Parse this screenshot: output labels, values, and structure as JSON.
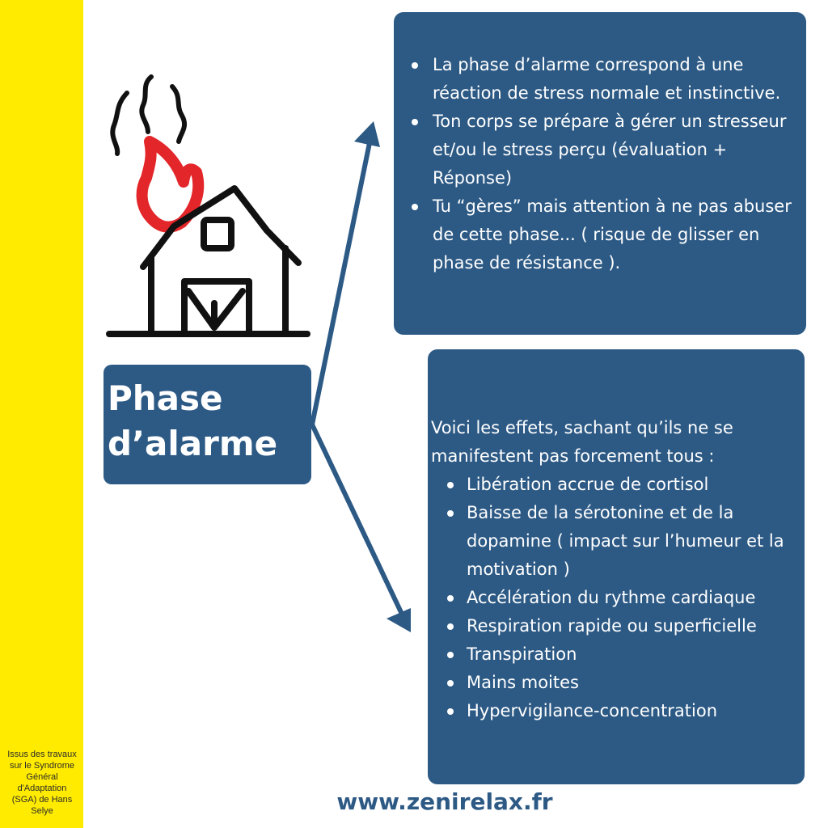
{
  "sidebar": {
    "note": "Issus des travaux sur le Syndrome Général d'Adaptation (SGA) de Hans Selye"
  },
  "title": {
    "line1": "Phase",
    "line2": "d’alarme"
  },
  "card_top": {
    "items": [
      "La phase d’alarme correspond à une réaction de stress normale et instinctive.",
      "Ton corps se prépare à gérer un stresseur et/ou le stress perçu (évaluation + Réponse)",
      "Tu “gères” mais attention à ne pas abuser de cette phase... ( risque de glisser en phase de résistance )."
    ]
  },
  "card_bottom": {
    "intro": "Voici les effets, sachant qu’ils ne se manifestent pas forcement tous :",
    "items": [
      "Libération accrue de cortisol",
      "Baisse de la sérotonine et de la dopamine  ( impact sur l’humeur et la motivation )",
      "Accélération du rythme cardiaque",
      "Respiration rapide ou superficielle",
      "Transpiration",
      "Mains moites",
      "Hypervigilance-concentration"
    ]
  },
  "footer": {
    "website": "www.zenirelax.fr"
  },
  "icons": {
    "illustration": "burning-house-icon",
    "arrow_up": "arrow-up-right-icon",
    "arrow_down": "arrow-down-right-icon"
  },
  "colors": {
    "sidebar": "#ffeb00",
    "card": "#2d5a85",
    "flame": "#e3262a",
    "text_on_card": "#ffffff"
  }
}
